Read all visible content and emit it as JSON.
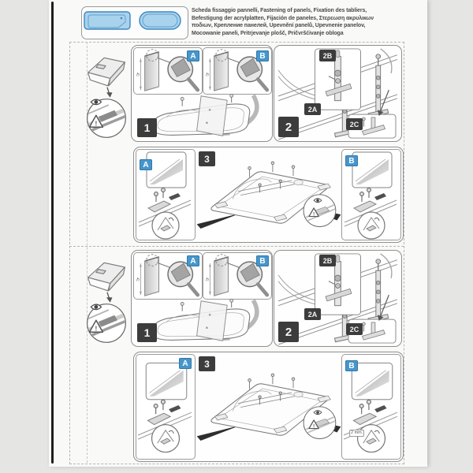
{
  "header": {
    "line1": "Scheda fissaggio pannelli, Fastening of panels, Fixation des tabliers,",
    "line2": "Befestigung der acrylplatten, Fijación de paneles, Στερεωση ακρυλικων",
    "line3": "ποδιων, Крепление панелей, Upevnění panelů, Upevnenie panelov,",
    "line4": "Mocowanie paneli, Pritrjevanje plošč, Pričvršćivanje obloga"
  },
  "labels": {
    "h_dimension": "h",
    "warning": "!"
  },
  "colors": {
    "badge_blue": "#4796cb",
    "badge_dark": "#3c3c3c",
    "tub_fill": "#a9d2ec",
    "tub_stroke": "#3f87bf",
    "page_bg": "#f9f9f7",
    "outer_bg": "#e5e5e3"
  },
  "sections": [
    {
      "id": "top",
      "step1": {
        "badge": "1",
        "inset_a": "A",
        "inset_b": "B"
      },
      "step2": {
        "badge": "2",
        "sub_a": "2A",
        "sub_b": "2B",
        "sub_c": "2C"
      },
      "step3": {
        "badge": "3",
        "inset_a": "A",
        "inset_b": "B"
      }
    },
    {
      "id": "bottom",
      "step1": {
        "badge": "1",
        "inset_a": "A",
        "inset_b": "B"
      },
      "step2": {
        "badge": "2",
        "sub_a": "2A",
        "sub_b": "2B",
        "sub_c": "2C"
      },
      "step3": {
        "badge": "3",
        "inset_a": "A",
        "inset_b": "B",
        "note": "2 mm."
      }
    }
  ]
}
